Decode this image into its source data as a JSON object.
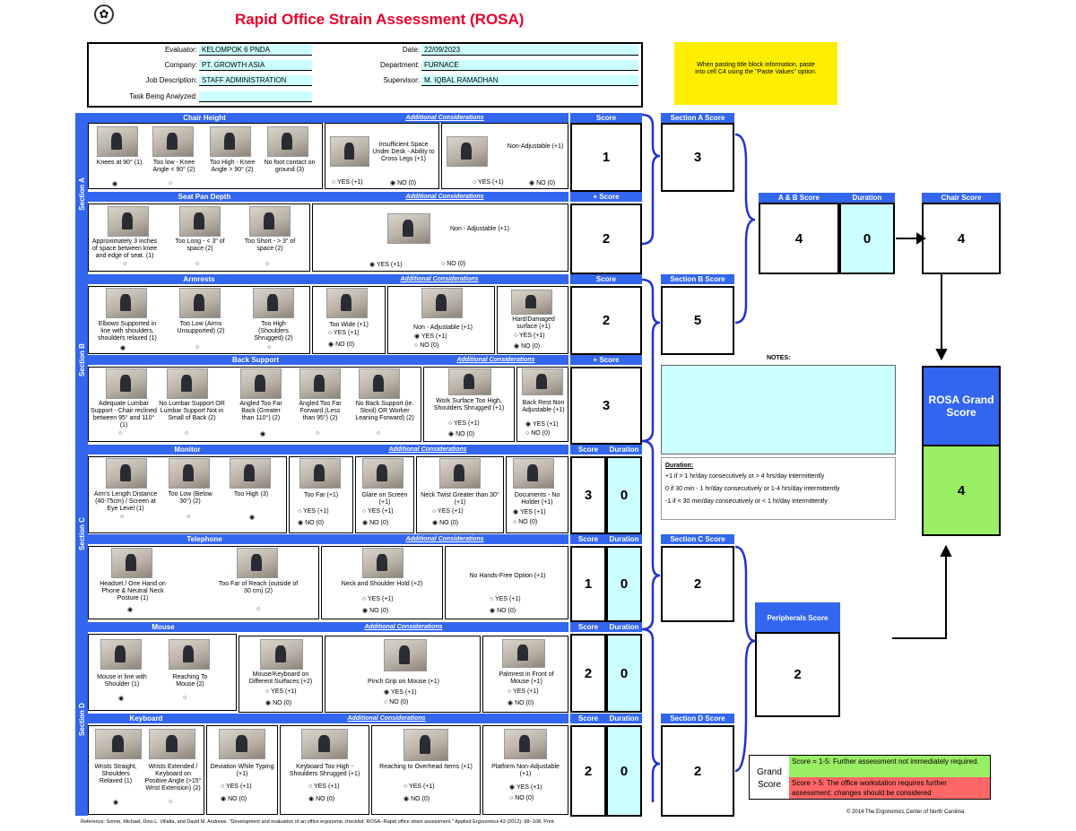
{
  "title": "Rapid Office Strain Assessment (ROSA)",
  "header": {
    "evaluator_label": "Evaluator:",
    "evaluator": "KELOMPOK 6 PNDA",
    "company_label": "Company:",
    "company": "PT. GROWTH ASIA",
    "job_label": "Job Description:",
    "job": "STAFF ADMINISTRATION",
    "task_label": "Task Being Analyzed:",
    "task": "",
    "date_label": "Date:",
    "date": "22/09/2023",
    "dept_label": "Department:",
    "dept": "FURNACE",
    "supervisor_label": "Supervisor:",
    "supervisor": "M. IQBAL RAMADHAN"
  },
  "note": "When pasting title block information, paste into cell C4 using the \"Paste Values\" option.",
  "labels": {
    "additional": "Additional Considerations",
    "score": "Score",
    "duration": "Duration",
    "yes": "YES (+1)",
    "no": "NO (0)",
    "section_a": "Section A",
    "section_b": "Section B",
    "section_c": "Section C",
    "section_d": "Section D"
  },
  "chair_height": {
    "title": "Chair Height",
    "opts": [
      "Knees at 90° (1)",
      "Too low - Knee Angle < 90° (2)",
      "Too High - Knee Angle > 90° (2)",
      "No foot contact on ground (3)"
    ],
    "add1": "Insufficient Space Under Desk - Ability to Cross Legs (+1)",
    "add2": "Non-Adjustable (+1)",
    "score": "1"
  },
  "seat_pan": {
    "title": "Seat Pan Depth",
    "opts": [
      "Approximately 3 inches of space between knee and edge of seat. (1)",
      "Too Long - < 3\" of space (2)",
      "Too Short - > 3\" of space (2)"
    ],
    "add1": "Non - Adjustable (+1)",
    "score": "2",
    "score_head": "+ Score"
  },
  "armrests": {
    "title": "Armrests",
    "opts": [
      "Elbows Supported in line with shoulders, shoulders relaxed (1)",
      "Too Low (Arms Unsupported) (2)",
      "Too High (Shoulders Shrugged) (2)"
    ],
    "add1": "Too Wide (+1)",
    "add2": "Non - Adjustable (+1)",
    "add3": "Hard/Damaged surface (+1)",
    "score": "2"
  },
  "back_support": {
    "title": "Back Support",
    "opts": [
      "Adequate Lumbar Support - Chair reclined between 95° and 110° (1)",
      "No Lumbar Support OR Lumbar Support Not in Small of Back (2)",
      "Angled Too Far Back (Greater than 110°) (2)",
      "Angled Too Far Forward (Less than 95°) (2)",
      "No Back Support (ie. Stool) OR Worker Leaning Forward) (2)"
    ],
    "add1": "Work Surface Too High, Shoulders Shrugged (+1)",
    "add2": "Back Rest Non Adjustable (+1)",
    "score": "3",
    "score_head": "+ Score"
  },
  "monitor": {
    "title": "Monitor",
    "opts": [
      "Arm's Length Distance (40-75cm) / Screen at Eye Level (1)",
      "Too Low (Below 30°) (2)",
      "Too High (3)"
    ],
    "add1": "Too Far (+1)",
    "add2": "Glare on Screen (+1)",
    "add3": "Neck Twist Greater than 30° (+1)",
    "add4": "Documents - No Holder (+1)",
    "score": "3",
    "duration": "0"
  },
  "telephone": {
    "title": "Telephone",
    "opts": [
      "Headset / One Hand on Phone & Neutral Neck Posture (1)",
      "Too Far of Reach (outside of 30 cm) (2)"
    ],
    "add1": "Neck and Shoulder Hold (+2)",
    "add2": "No Hands-Free Option (+1)",
    "score": "1",
    "duration": "0"
  },
  "mouse": {
    "title": "Mouse",
    "opts": [
      "Mouse in line with Shoulder (1)",
      "Reaching To Mouse (2)"
    ],
    "add1": "Mouse/Keyboard on Different Surfaces (+2)",
    "add2": "Pinch Grip on Mouse (+1)",
    "add3": "Palmrest in Front of Mouse (+1)",
    "score": "2",
    "duration": "0"
  },
  "keyboard": {
    "title": "Keyboard",
    "opts": [
      "Wrists Straight, Shoulders Relaxed (1)",
      "Wrists Extended / Keyboard on Positive Angle (>15° Wrist Extension) (2)"
    ],
    "add1": "Deviation While Typing (+1)",
    "add2": "Keyboard Too High - Shoulders Shrugged (+1)",
    "add3": "Reaching to Overhead Items (+1)",
    "add4": "Platform Non-Adjustable (+1)",
    "score": "2",
    "duration": "0"
  },
  "section_scores": {
    "a_head": "Section A Score",
    "a": "3",
    "b_head": "Section B Score",
    "b": "5",
    "c_head": "Section C Score",
    "c": "2",
    "d_head": "Section D Score",
    "d": "2",
    "ab_head": "A & B Score",
    "ab": "4",
    "dur_head": "Duration",
    "dur": "0",
    "chair_head": "Chair Score",
    "chair": "4",
    "periph_head": "Peripherals Score",
    "periph": "2"
  },
  "notes_label": "NOTES:",
  "duration_info": {
    "title": "Duration:",
    "l1": "+1 if > 1 hr/day consecutively or > 4 hrs/day intermittently",
    "l2": "0 if 30 min - 1 hr/day consecutively or 1-4 hrs/day intermittently",
    "l3": "-1 if < 30 min/day consecutively or < 1 hr/day intermittently"
  },
  "rosa": {
    "label": "ROSA Grand Score",
    "score": "4"
  },
  "legend": {
    "label": "Grand Score",
    "green": "Score = 1-5: Further assessment not immediately required.",
    "red": "Score > 5: The office workstation requires further assessment; changes should be considered"
  },
  "copyright": "© 2014 The Ergonomics Center of North Carolina",
  "reference": "Reference: Sonne, Michael, Dino L. Villalta, and David M. Andrews. \"Development and evaluation of an office ergonomic checklist: ROSA--Rapid office strain assessment.\" Applied Ergonomics 43 (2012): 98--108. Print.",
  "colors": {
    "blue": "#3366ee",
    "cyan": "#ccffff",
    "green": "#99ee66",
    "red": "#ff6666",
    "yellow": "#ffee00",
    "title_red": "#e8002a"
  }
}
